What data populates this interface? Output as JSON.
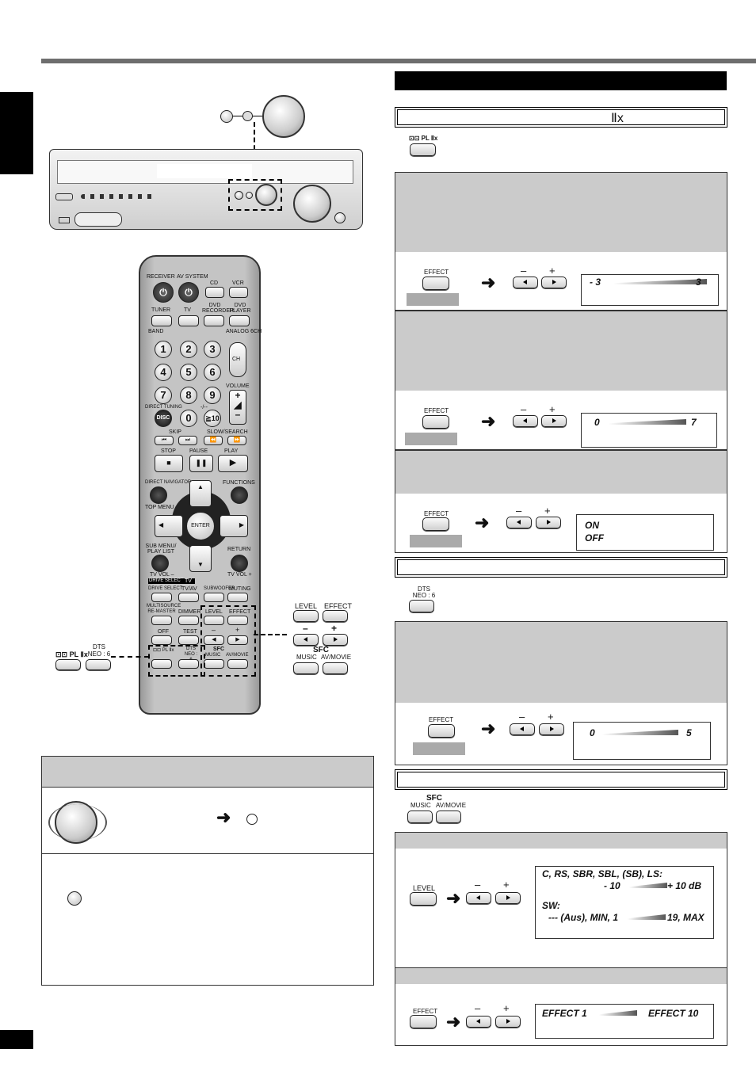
{
  "right": {
    "sec_pl2x": "Ⅱx",
    "btn_pl2x": "⊡⊡ PL Ⅱx",
    "effect_label": "EFFECT",
    "minus": "–",
    "plus": "+",
    "disp1": {
      "min": "- 3",
      "max": "3"
    },
    "disp2": {
      "min": "0",
      "max": "7"
    },
    "disp3": {
      "on": "ON",
      "off": "OFF"
    },
    "btn_dts": "DTS\nNEO : 6",
    "disp4": {
      "min": "0",
      "max": "5"
    },
    "sfc_label": "SFC",
    "sfc_music": "MUSIC",
    "sfc_movie": "AV/MOVIE",
    "level_label": "LEVEL",
    "level_disp": {
      "l1": "C, RS, SBR, SBL, (SB), LS:",
      "l2a": "- 10",
      "l2b": "+ 10 dB",
      "l3": "SW:",
      "l4a": "--- (Aus), MIN, 1",
      "l4b": "19, MAX"
    },
    "effect_disp": {
      "a": "EFFECT 1",
      "b": "EFFECT 10"
    }
  },
  "remote": {
    "receiver": "RECEIVER",
    "av_system": "AV SYSTEM",
    "cd": "CD",
    "vcr": "VCR",
    "tuner": "TUNER",
    "tv": "TV",
    "dvd_rec": "DVD RECORDER",
    "dvd_player": "DVD PLAYER",
    "band": "BAND",
    "analog": "ANALOG 6CH",
    "ch": "CH",
    "volume": "VOLUME",
    "digits": [
      "1",
      "2",
      "3",
      "4",
      "5",
      "6",
      "7",
      "8",
      "9",
      "0"
    ],
    "direct_tuning": "DIRECT TUNING",
    "disc": "DISC",
    "ge10": "≧10",
    "dash": "-/--",
    "skip": "SKIP",
    "slow": "SLOW/SEARCH",
    "stop": "STOP",
    "pause": "PAUSE",
    "play": "PLAY",
    "direct_nav": "DIRECT NAVIGATOR",
    "functions": "FUNCTIONS",
    "top_menu": "TOP MENU",
    "enter": "ENTER",
    "sub_menu": "SUB MENU/ PLAY LIST",
    "return": "RETURN",
    "tv_vol_minus": "TV VOL –",
    "tv_vol_plus": "TV VOL +",
    "tv_tag": "TV",
    "drive_select": "DRIVE SELECT",
    "tv_av": "TV/AV",
    "subwoofer": "SUBWOOFER",
    "muting": "MUTING",
    "multisource": "MULTISOURCE RE-MASTER",
    "dimmer": "DIMMER",
    "level": "LEVEL",
    "effect": "EFFECT",
    "off": "OFF",
    "test": "TEST",
    "pl2x": "⊡⊡ PL Ⅱx",
    "dts": "DTS NEO : 6",
    "sfc": "SFC",
    "music": "MUSIC",
    "av_movie": "AV/MOVIE"
  },
  "callouts": {
    "left_pl2x": "⊡⊡ PL Ⅱx",
    "left_dts": "DTS NEO : 6",
    "level": "LEVEL",
    "effect": "EFFECT",
    "minus": "–",
    "plus": "+",
    "sfc": "SFC",
    "music": "MUSIC",
    "av_movie": "AV/MOVIE"
  }
}
